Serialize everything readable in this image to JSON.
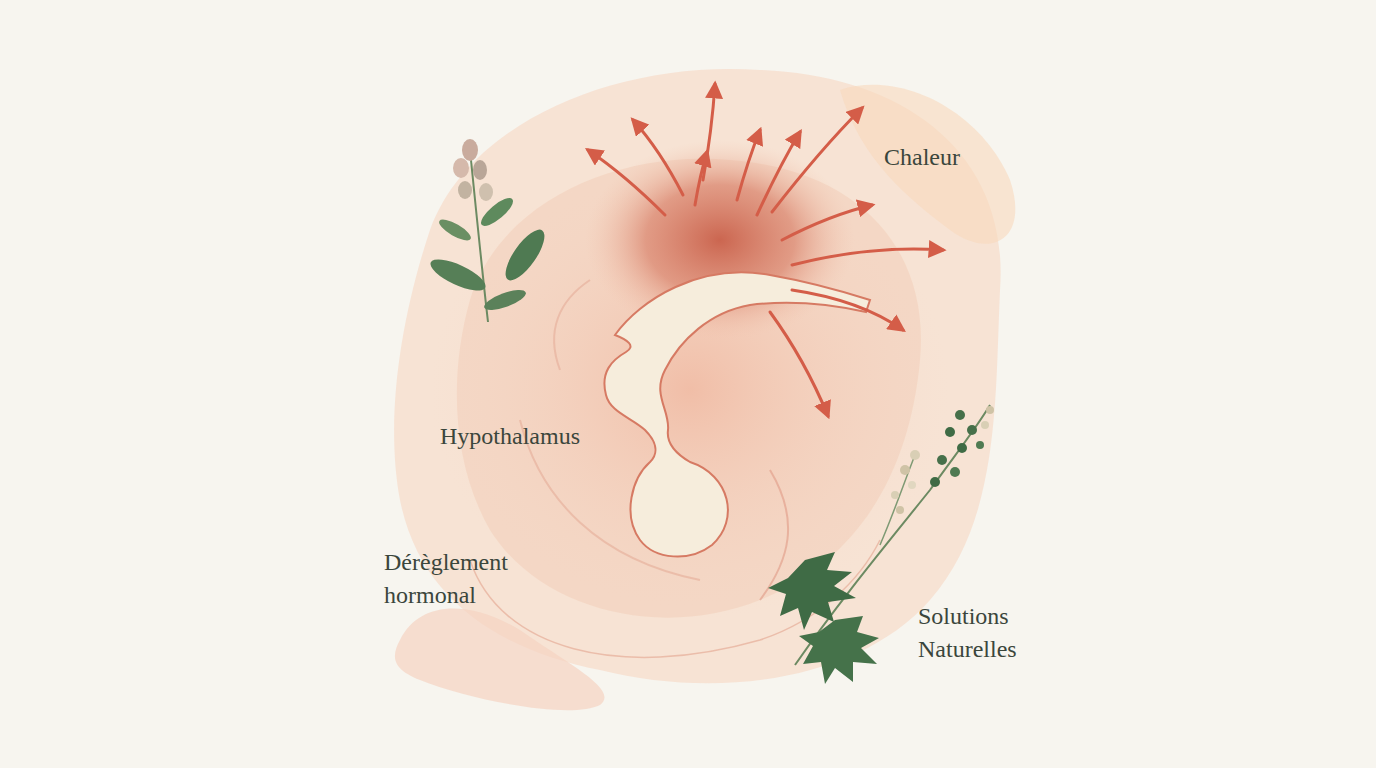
{
  "diagram": {
    "labels": [
      "Chaleur",
      "Hypothalamus",
      "Dérèglement hormonal",
      "Solutions Naturelles"
    ]
  }
}
